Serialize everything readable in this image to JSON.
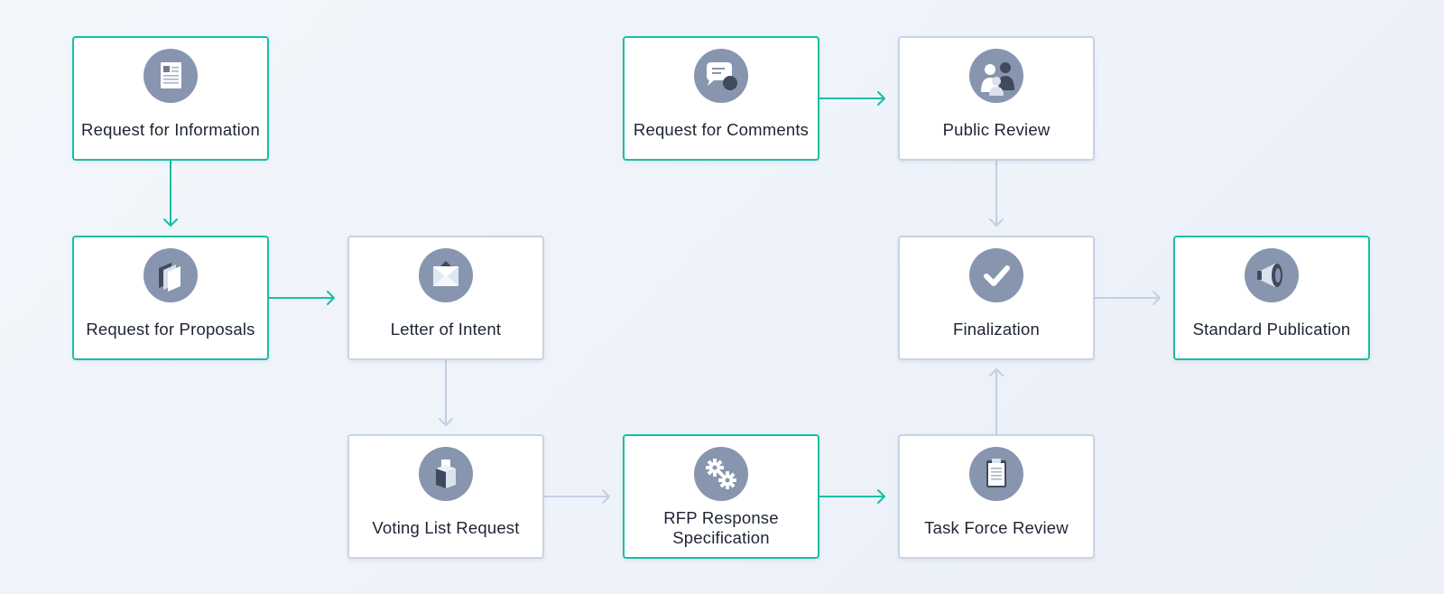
{
  "nodes": {
    "rfi": {
      "label": "Request for Information",
      "icon": "document-icon",
      "highlighted": true
    },
    "rfp": {
      "label": "Request for Proposals",
      "icon": "folders-icon",
      "highlighted": true
    },
    "loi": {
      "label": "Letter of Intent",
      "icon": "envelope-icon",
      "highlighted": false
    },
    "vlr": {
      "label": "Voting List Request",
      "icon": "ballot-box-icon",
      "highlighted": false
    },
    "rfprs": {
      "label": "RFP Response Specification",
      "icon": "gears-icon",
      "highlighted": true
    },
    "rfc": {
      "label": "Request for Comments",
      "icon": "chat-bubbles-icon",
      "highlighted": true
    },
    "pr": {
      "label": "Public Review",
      "icon": "people-icon",
      "highlighted": false
    },
    "fin": {
      "label": "Finalization",
      "icon": "checkmark-icon",
      "highlighted": false
    },
    "tfr": {
      "label": "Task Force Review",
      "icon": "clipboard-icon",
      "highlighted": false
    },
    "sp": {
      "label": "Standard Publication",
      "icon": "megaphone-icon",
      "highlighted": true
    }
  },
  "edges": [
    {
      "from": "rfi",
      "to": "rfp",
      "highlighted": true
    },
    {
      "from": "rfp",
      "to": "loi",
      "highlighted": true
    },
    {
      "from": "loi",
      "to": "vlr",
      "highlighted": false
    },
    {
      "from": "vlr",
      "to": "rfprs",
      "highlighted": false
    },
    {
      "from": "rfprs",
      "to": "tfr",
      "highlighted": true
    },
    {
      "from": "tfr",
      "to": "fin",
      "highlighted": false
    },
    {
      "from": "rfc",
      "to": "pr",
      "highlighted": true
    },
    {
      "from": "pr",
      "to": "fin",
      "highlighted": false
    },
    {
      "from": "fin",
      "to": "sp",
      "highlighted": false
    }
  ],
  "colors": {
    "accent": "#17bfa5",
    "muted": "#c3cfe2",
    "icon_bg": "#8795ae",
    "text": "#1d2433",
    "background": "#eef2f8"
  }
}
